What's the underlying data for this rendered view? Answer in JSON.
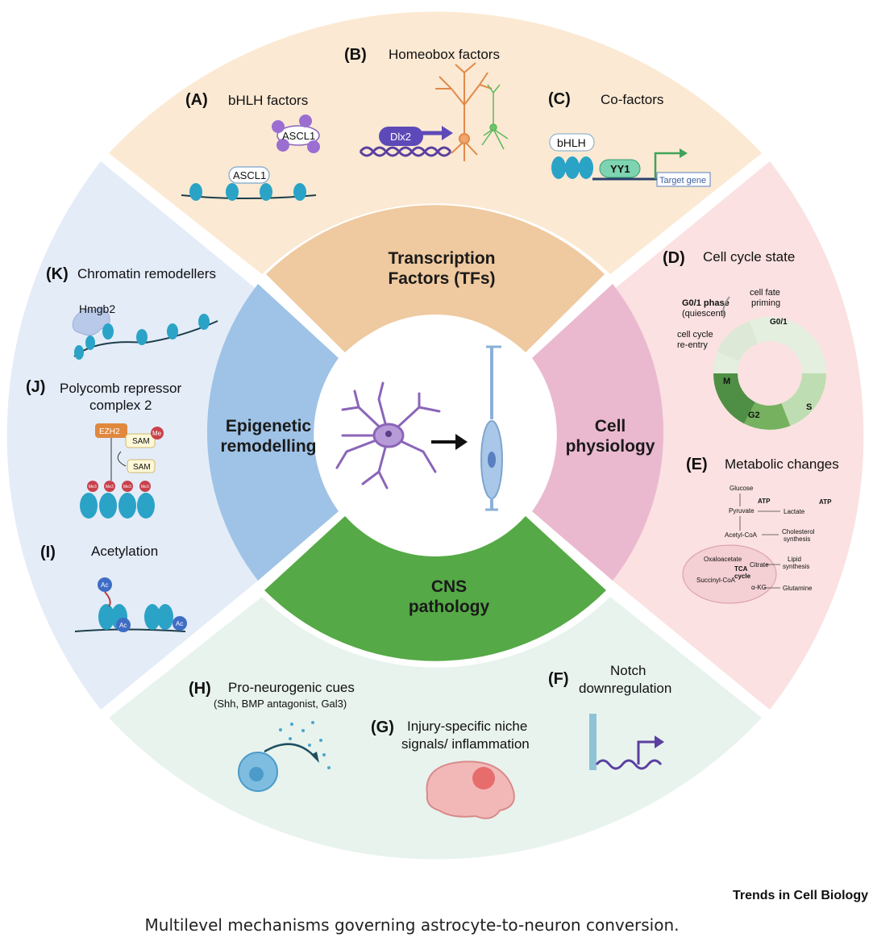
{
  "figure": {
    "caption": "Multilevel mechanisms governing astrocyte-to-neuron conversion.",
    "journal": "Trends in Cell Biology",
    "sectors": {
      "top": "Transcription Factors (TFs)",
      "top_l1": "Transcription",
      "top_l2": "Factors (TFs)",
      "right_l1": "Cell",
      "right_l2": "physiology",
      "bottom_l1": "CNS",
      "bottom_l2": "pathology",
      "left_l1": "Epigenetic",
      "left_l2": "remodelling"
    },
    "colors": {
      "top_outer": "#fbe9d3",
      "top_inner": "#efc99f",
      "right_outer": "#fbe1e1",
      "right_inner": "#eab9cf",
      "bottom_outer": "#e8f3ee",
      "bottom_inner": "#55a946",
      "left_outer": "#e4ecf8",
      "left_inner": "#9fc3e6"
    },
    "panels": {
      "A": {
        "letter": "(A)",
        "title": "bHLH factors",
        "tag": "ASCL1"
      },
      "B": {
        "letter": "(B)",
        "title": "Homeobox factors",
        "tag": "Dlx2"
      },
      "C": {
        "letter": "(C)",
        "title": "Co-factors",
        "tag1": "bHLH",
        "tag2": "YY1",
        "tag3": "Target gene"
      },
      "D": {
        "letter": "(D)",
        "title": "Cell cycle state",
        "phase": "G0/1 phase",
        "quiescent": "(quiescent)",
        "priming_1": "cell fate",
        "priming_2": "priming",
        "reentry_1": "cell cycle",
        "reentry_2": "re-entry",
        "g01": "G0/1",
        "s": "S",
        "g2": "G2",
        "m": "M"
      },
      "E": {
        "letter": "(E)",
        "title": "Metabolic changes",
        "glucose": "Glucose",
        "atp": "ATP",
        "pyruvate": "Pyruvate",
        "lactate": "Lactate",
        "acetylcoa": "Acetyl-CoA",
        "cholesterol_1": "Cholesterol",
        "cholesterol_2": "synthesis",
        "oxaloacetate": "Oxaloacetate",
        "tca_1": "TCA",
        "tca_2": "cycle",
        "citrate": "Citrate",
        "lipid_1": "Lipid",
        "lipid_2": "synthesis",
        "succinyl": "Succinyl-CoA",
        "akg": "α-KG",
        "glutamine": "Glutamine"
      },
      "F": {
        "letter": "(F)",
        "title_1": "Notch",
        "title_2": "downregulation"
      },
      "G": {
        "letter": "(G)",
        "title_1": "Injury-specific niche",
        "title_2": "signals/ inflammation"
      },
      "H": {
        "letter": "(H)",
        "title": "Pro-neurogenic cues",
        "subtitle": "(Shh, BMP antagonist, Gal3)"
      },
      "I": {
        "letter": "(I)",
        "title": "Acetylation",
        "ac": "Ac"
      },
      "J": {
        "letter": "(J)",
        "title_1": "Polycomb repressor",
        "title_2": "complex 2",
        "ezh2": "EZH2",
        "sam": "SAM",
        "me": "Me",
        "me3": "Me3"
      },
      "K": {
        "letter": "(K)",
        "title": "Chromatin remodellers",
        "tag": "Hmgb2"
      }
    }
  }
}
